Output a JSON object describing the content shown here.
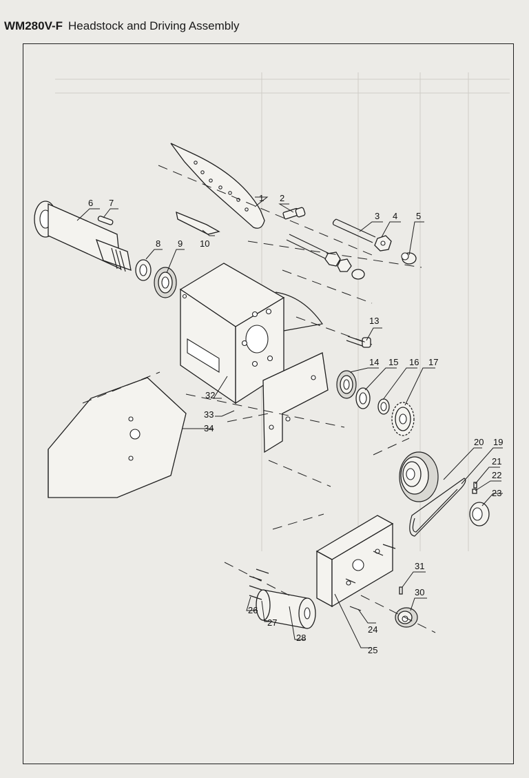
{
  "header": {
    "model": "WM280V-F",
    "title": "Headstock and Driving Assembly"
  },
  "diagram": {
    "type": "exploded-parts-view",
    "callouts": [
      "1",
      "2",
      "3",
      "4",
      "5",
      "6",
      "7",
      "8",
      "9",
      "10",
      "13",
      "14",
      "15",
      "16",
      "17",
      "19",
      "20",
      "21",
      "22",
      "23",
      "24",
      "25",
      "26",
      "27",
      "28",
      "30",
      "31",
      "32",
      "33",
      "34"
    ]
  }
}
